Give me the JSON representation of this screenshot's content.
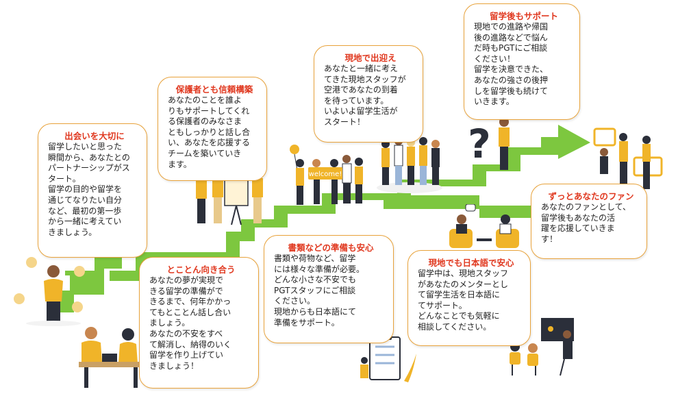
{
  "steps": [
    {
      "title": "出会いを大切に",
      "body": "留学したいと思った\n瞬間から、あなたとの\nパートナーシップがス\nタート。\n留学の目的や留学を\n通じてなりたい自分\nなど、最初の第一歩\nから一緒に考えてい\nきましょう。"
    },
    {
      "title": "とことん向き合う",
      "body": "あなたの夢が実現で\nきる留学の準備がで\nきるまで、何年かかっ\nてもとことん話し合い\nましょう。\nあなたの不安をすべ\nて解消し、納得のいく\n留学を作り上げてい\nきましょう！"
    },
    {
      "title": "保護者とも信頼構築",
      "body": "あなたのことを誰よ\nりもサポートしてくれ\nる保護者のみなさま\nともしっかりと話し合\nい、あなたを応援する\nチームを築いていき\nます。"
    },
    {
      "title": "書類などの準備も安心",
      "body": "書類や荷物など、留学\nには様々な準備が必要。\nどんな小さな不安でも\nPGTスタッフにご相談\nください。\n現地からも日本語にて\n準備をサポート。"
    },
    {
      "title": "現地で出迎え",
      "body": "あなたと一緒に考え\nてきた現地スタッフが\n空港であなたの到着\nを待っています。\nいよいよ留学生活が\nスタート！"
    },
    {
      "title": "現地でも日本語で安心",
      "body": "留学中は、現地スタッフ\nがあなたのメンターとし\nて留学生活を日本語に\nてサポート。\nどんなことでも気軽に\n相談してください。"
    },
    {
      "title": "留学後もサポート",
      "body": "現地での進路や帰国\n後の進路などで悩ん\nだ時もPGTにご相談\nください！\n留学を決意できた、\nあなたの強さの後押\nしを留学後も続けて\nいきます。"
    },
    {
      "title": "ずっとあなたのファン",
      "body": "あなたのファンとして、\n留学後もあなたの活\n躍を応援していきま\nす！"
    }
  ],
  "illustrations": {
    "welcome_sign": "welcome!",
    "question_mark": "?"
  },
  "colors": {
    "road": "#7dc73f",
    "card_border": "#e8a23a",
    "title": "#e0381f",
    "accent_yellow": "#f0b429",
    "dark": "#2b2f3a"
  }
}
